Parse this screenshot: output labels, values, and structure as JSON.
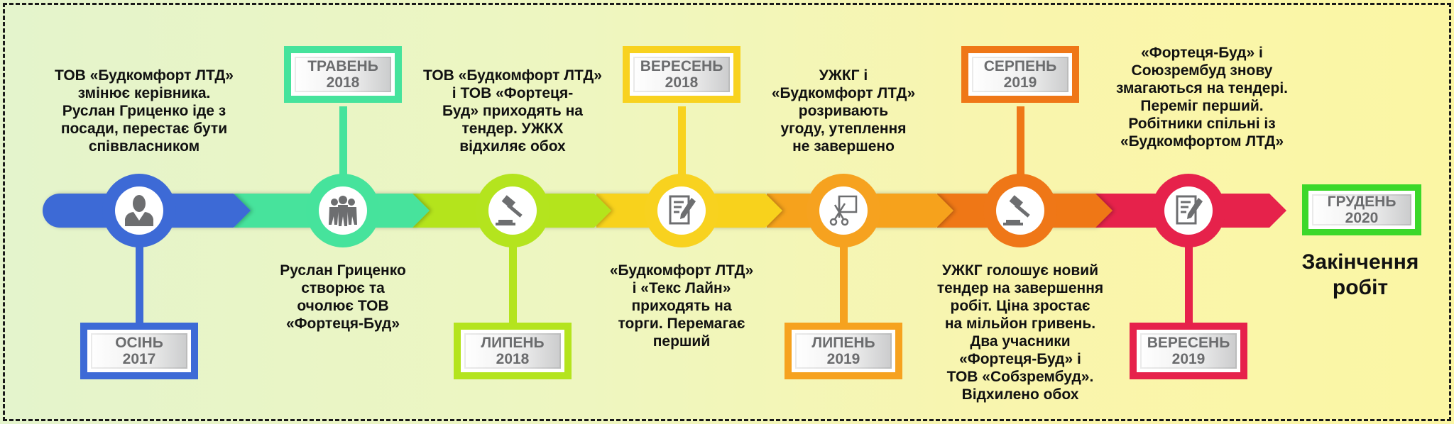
{
  "colors": {
    "blue": "#3d6ad6",
    "green": "#46e39c",
    "lime": "#b4e41e",
    "yellow": "#f8d21f",
    "light_orange": "#f6a21f",
    "dark_orange": "#ef7717",
    "red": "#e6224b",
    "final_green": "#3bd82a",
    "icon_grey": "#6d6e70"
  },
  "events": [
    {
      "date_line1": "ОСІНЬ",
      "date_line2": "2017",
      "icon": "person-icon",
      "text": "ТОВ «Будкомфорт ЛТД»\nзмінює керівника.\nРуслан Гриценко іде з\nпосади, перестає бути\nспіввласником"
    },
    {
      "date_line1": "ТРАВЕНЬ",
      "date_line2": "2018",
      "icon": "group-icon",
      "text": "Руслан Гриценко\nстворює та\nочолює ТОВ\n«Фортеця-Буд»"
    },
    {
      "date_line1": "ЛИПЕНЬ",
      "date_line2": "2018",
      "icon": "gavel-icon",
      "text": "ТОВ «Будкомфорт ЛТД»\nі ТОВ «Фортеця-\nБуд» приходять на\nтендер. УЖКХ\nвідхиляє обох"
    },
    {
      "date_line1": "ВЕРЕСЕНЬ",
      "date_line2": "2018",
      "icon": "document-pen-icon",
      "text": "«Будкомфорт ЛТД»\nі «Текс Лайн»\nприходять на\nторги. Перемагає\nперший"
    },
    {
      "date_line1": "ЛИПЕНЬ",
      "date_line2": "2019",
      "icon": "scissors-icon",
      "text": "УЖКГ і\n«Будкомфорт ЛТД»\nрозривають\nугоду, утеплення\nне завершено"
    },
    {
      "date_line1": "СЕРПЕНЬ",
      "date_line2": "2019",
      "icon": "gavel-icon",
      "text": "УЖКГ голошує новий\nтендер на завершення\nробіт. Ціна зростає\nна мільйон гривень.\nДва учасники\n«Фортеця-Буд» і\nТОВ «Собзрембуд».\nВідхилено обох"
    },
    {
      "date_line1": "ВЕРЕСЕНЬ",
      "date_line2": "2019",
      "icon": "document-pen-icon",
      "text": "«Фортеця-Буд» і\nСоюзрембуд знову\nзмагаються на тендері.\nПереміг перший.\nРобітники спільні із\n«Будкомфортом ЛТД»"
    }
  ],
  "final": {
    "date_line1": "ГРУДЕНЬ",
    "date_line2": "2020",
    "text": "Закінчення\nробіт"
  }
}
